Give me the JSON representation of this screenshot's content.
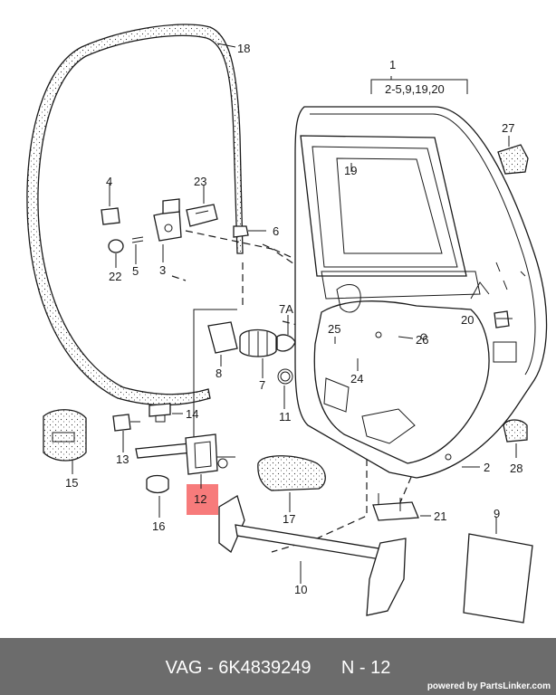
{
  "diagram": {
    "labels": {
      "p1": "1",
      "p1_sub": "2-5,9,19,20",
      "p2": "2",
      "p3": "3",
      "p4": "4",
      "p5": "5",
      "p6": "6",
      "p7": "7",
      "p7a": "7A",
      "p8": "8",
      "p9": "9",
      "p10": "10",
      "p11": "11",
      "p12": "12",
      "p13": "13",
      "p14": "14",
      "p15": "15",
      "p16": "16",
      "p17": "17",
      "p18": "18",
      "p19": "19",
      "p20": "20",
      "p21": "21",
      "p22": "22",
      "p23": "23",
      "p24": "24",
      "p25": "25",
      "p26": "26",
      "p27": "27",
      "p28": "28"
    },
    "highlighted_part": "12",
    "highlight_color": "#f77b7b"
  },
  "footer": {
    "part_code": "VAG - 6K4839249      N - 12",
    "brand": "powered by PartsLinker.com",
    "background": "#6c6c6c"
  }
}
